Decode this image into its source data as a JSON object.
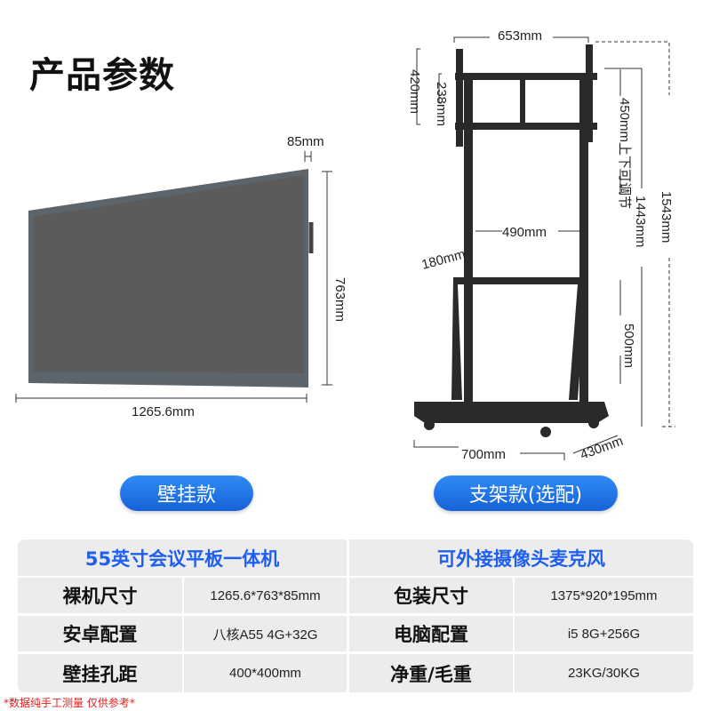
{
  "title": "产品参数",
  "wall_mount": {
    "depth": "85mm",
    "height": "763mm",
    "width": "1265.6mm",
    "button": "壁挂款"
  },
  "stand": {
    "top_width": "653mm",
    "bracket_height": "420mm",
    "hole_span": "238mm",
    "adjust_range": "450mm上下可调节",
    "inner_width": "490mm",
    "total_height": "1543mm",
    "pole_height": "1443mm",
    "shelf_depth": "180mm",
    "shelf_height": "500mm",
    "base_width": "700mm",
    "base_depth": "430mm",
    "button": "支架款(选配)"
  },
  "table": {
    "headers": [
      "55英寸会议平板一体机",
      "可外接摄像头麦克风"
    ],
    "rows": [
      {
        "label1": "裸机尺寸",
        "value1": "1265.6*763*85mm",
        "label2": "包装尺寸",
        "value2": "1375*920*195mm"
      },
      {
        "label1": "安卓配置",
        "value1": "八核A55  4G+32G",
        "label2": "电脑配置",
        "value2": "i5 8G+256G"
      },
      {
        "label1": "壁挂孔距",
        "value1": "400*400mm",
        "label2": "净重/毛重",
        "value2": "23KG/30KG"
      }
    ]
  },
  "note": "*数据纯手工测量 仅供参考*",
  "colors": {
    "accent": "#1f5ff0",
    "button": "#1e72e6",
    "note": "#e02020"
  }
}
